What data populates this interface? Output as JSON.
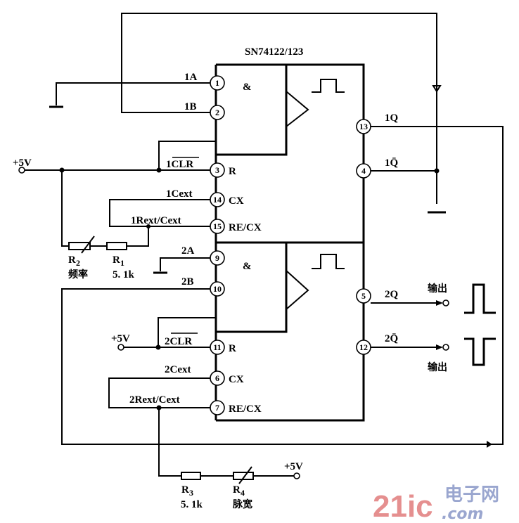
{
  "diagram": {
    "chip_title": "SN74122/123",
    "and_symbol": "&",
    "supply_label": "+5V",
    "ground_label": "ground",
    "pins": {
      "p1": {
        "num": "1",
        "name": "1A"
      },
      "p2": {
        "num": "2",
        "name": "1B"
      },
      "p3": {
        "num": "3",
        "name": "1CLR",
        "func": "R"
      },
      "p14": {
        "num": "14",
        "name": "1Cext",
        "func": "CX"
      },
      "p15": {
        "num": "15",
        "name": "1Rext/Cext",
        "func": "RE/CX"
      },
      "p9": {
        "num": "9",
        "name": "2A"
      },
      "p10": {
        "num": "10",
        "name": "2B"
      },
      "p11": {
        "num": "11",
        "name": "2CLR",
        "func": "R"
      },
      "p6": {
        "num": "6",
        "name": "2Cext",
        "func": "CX"
      },
      "p7": {
        "num": "7",
        "name": "2Rext/Cext",
        "func": "RE/CX"
      },
      "p13": {
        "num": "13",
        "name": "1Q"
      },
      "p4": {
        "num": "4",
        "name": "1Q̄"
      },
      "p5": {
        "num": "5",
        "name": "2Q"
      },
      "p12": {
        "num": "12",
        "name": "2Q̄"
      }
    },
    "components": {
      "r2": {
        "label": "R",
        "sub": "2",
        "desc": "频率"
      },
      "r1": {
        "label": "R",
        "sub": "1",
        "value": "5. 1k"
      },
      "r3": {
        "label": "R",
        "sub": "3",
        "value": "5. 1k"
      },
      "r4": {
        "label": "R",
        "sub": "4",
        "desc": "脉宽"
      }
    },
    "outputs": {
      "out1": "输出",
      "out2": "输出"
    },
    "watermark": {
      "part1": "21ic",
      "part2": "电子网",
      "part3": ".com"
    }
  }
}
